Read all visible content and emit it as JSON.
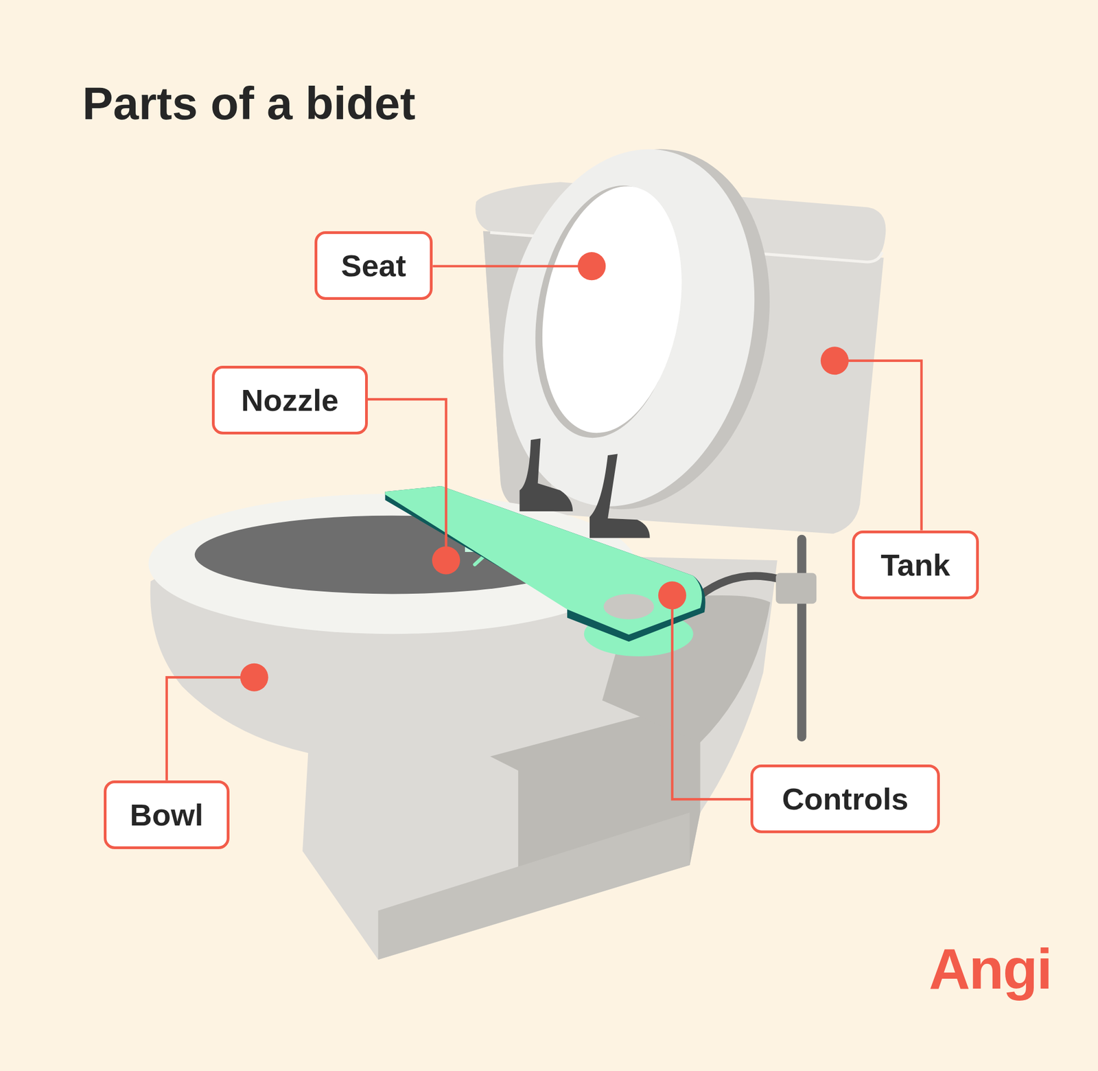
{
  "diagram": {
    "title": "Parts of a bidet",
    "nodes": [
      {
        "text": [
          "Seat"
        ]
      },
      {
        "text": [
          "Nozzle"
        ]
      },
      {
        "text": [
          "Tank"
        ]
      },
      {
        "text": [
          "Controls"
        ]
      },
      {
        "text": [
          "Bowl"
        ]
      }
    ],
    "labels": [
      "Angi"
    ]
  }
}
